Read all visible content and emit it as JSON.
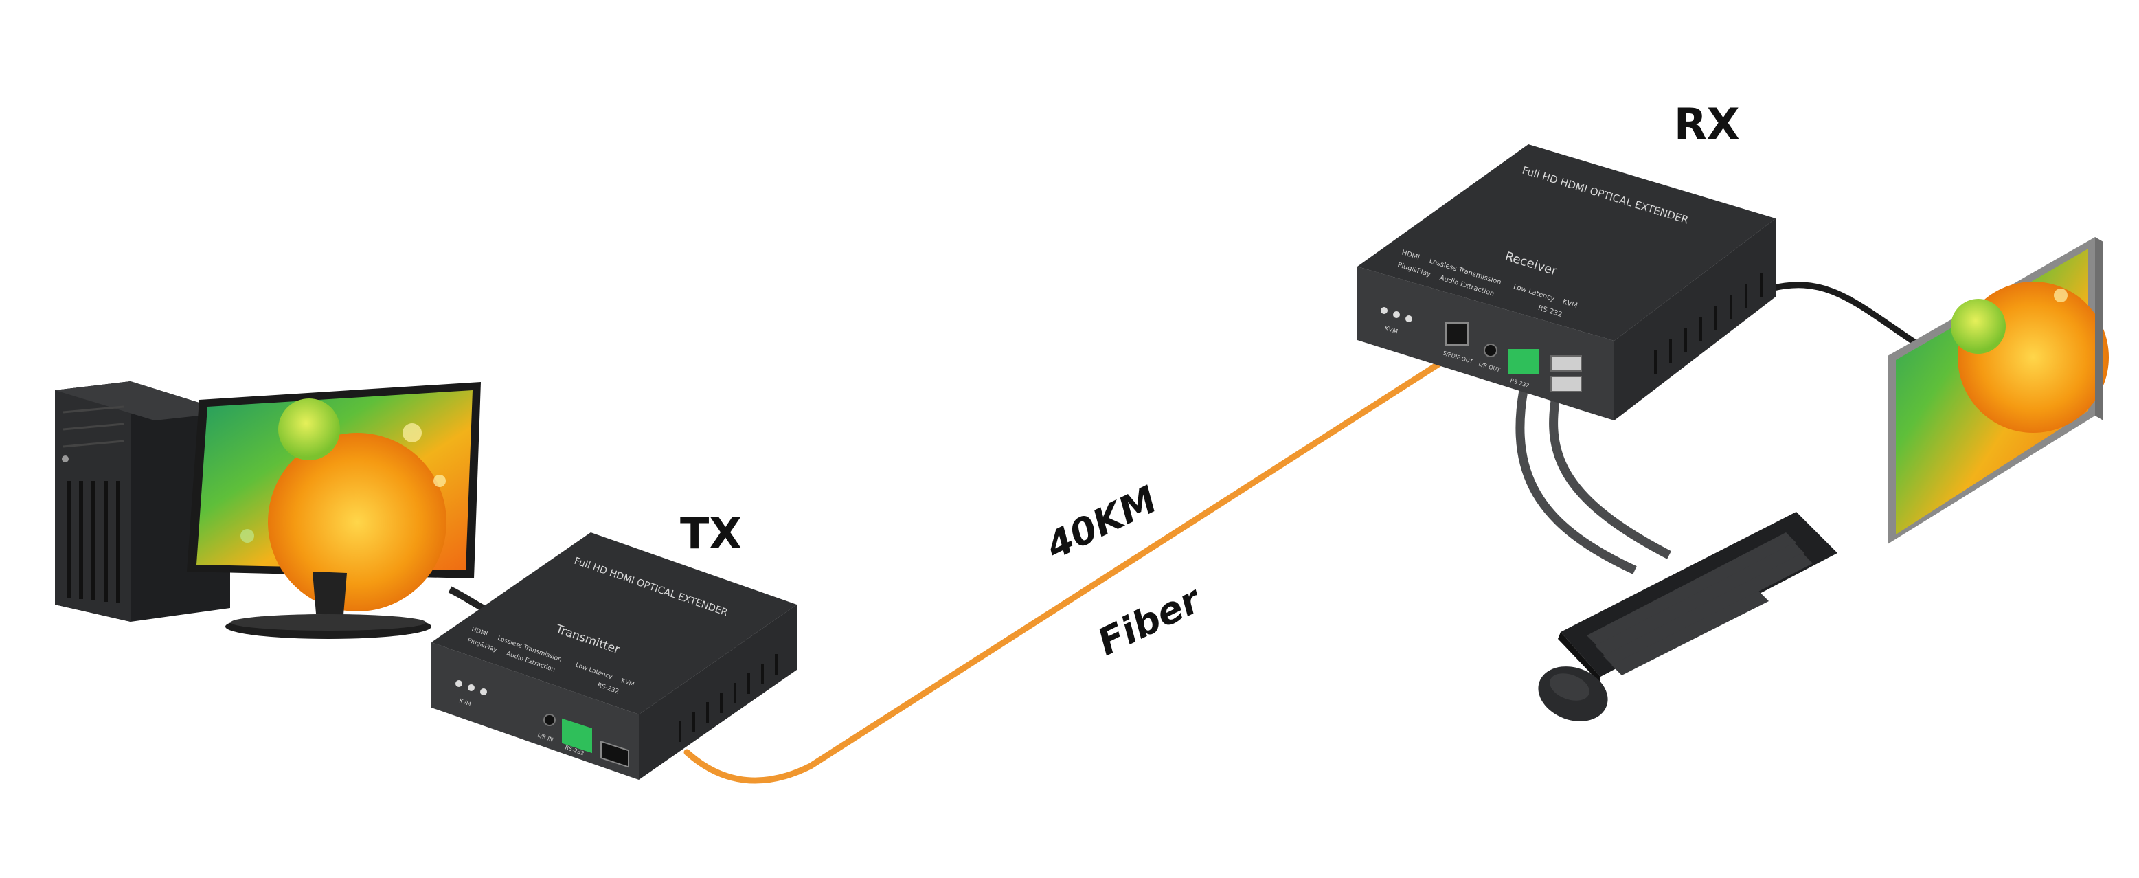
{
  "labels": {
    "tx": "TX",
    "rx": "RX",
    "distance": "40KM",
    "medium": "Fiber"
  },
  "devices": {
    "transmitter": {
      "brand_line": "Full HD HDMI OPTICAL EXTENDER",
      "role": "Transmitter",
      "feature_row1": [
        "HDMI",
        "Lossless Transmission",
        "Low Latency",
        "KVM"
      ],
      "feature_row2": [
        "Plug&Play",
        "Audio Extraction",
        "RS-232"
      ],
      "port_audio": "L/R IN",
      "port_rs232": "RS-232",
      "kvm_label": "KVM"
    },
    "receiver": {
      "brand_line": "Full HD HDMI OPTICAL EXTENDER",
      "role": "Receiver",
      "feature_row1": [
        "HDMI",
        "Lossless Transmission",
        "Low Latency",
        "KVM"
      ],
      "feature_row2": [
        "Plug&Play",
        "Audio Extraction",
        "RS-232"
      ],
      "port_optical": "S/PDIF OUT",
      "port_audio": "L/R OUT",
      "port_rs232": "RS-232",
      "kvm_label": "KVM"
    }
  },
  "colors": {
    "fiber": "#f0962e",
    "device_body": "#3a3b3d",
    "device_top": "#2f3032",
    "cable": "#2b2b2b",
    "terminal_green": "#2fbf5a"
  }
}
